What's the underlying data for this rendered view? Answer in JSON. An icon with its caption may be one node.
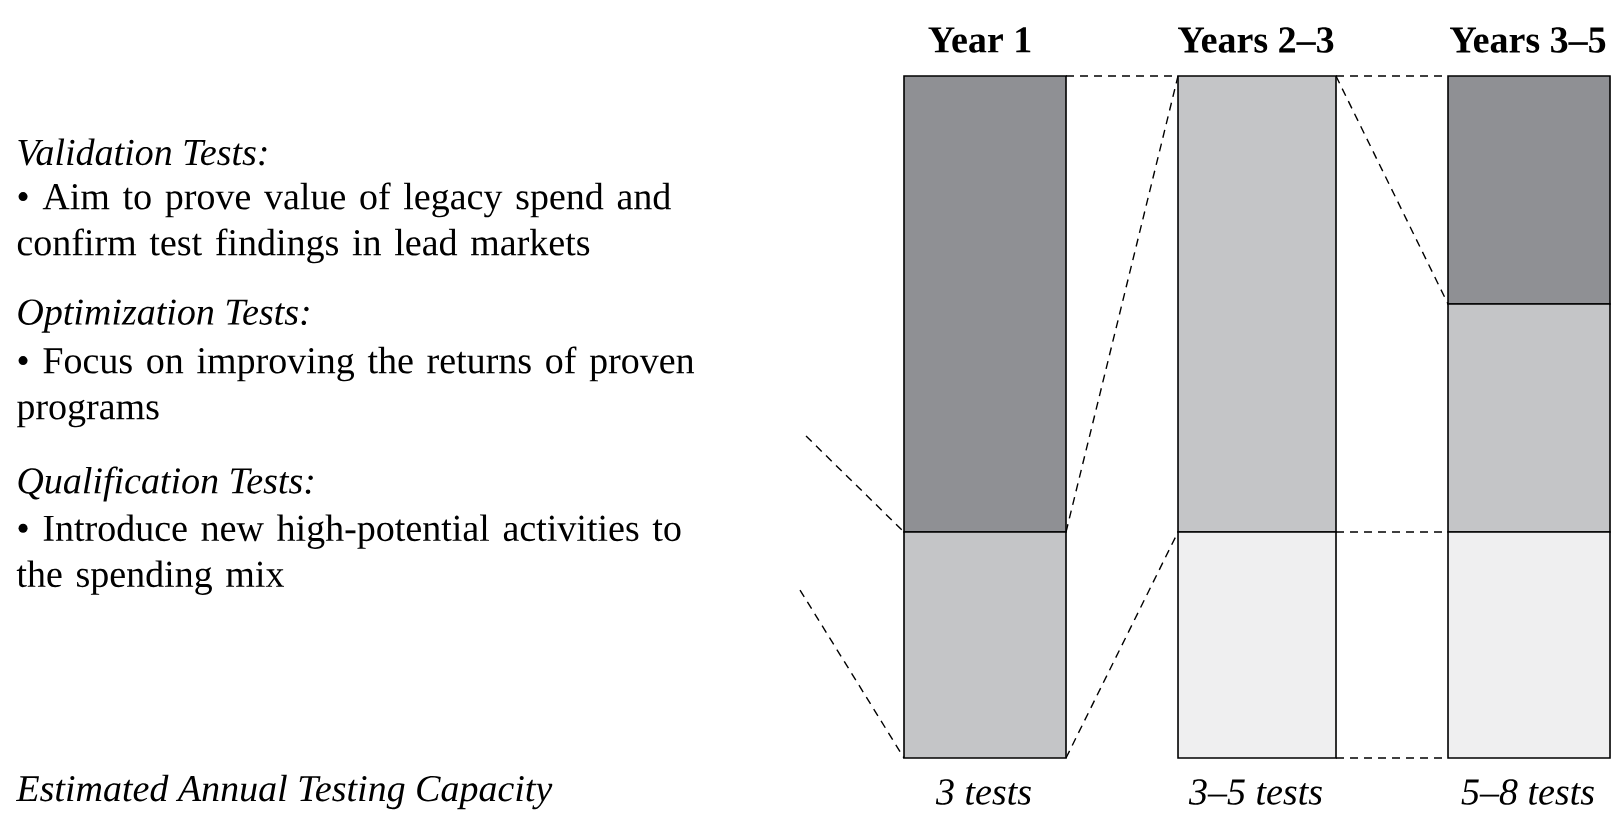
{
  "diagram": {
    "labels": [
      "Year 1",
      "Years 2–3",
      "Years 3–5",
      "Validation Tests:",
      "• Aim to prove value of legacy spend and confirm test findings in lead markets",
      "Optimization Tests:",
      "• Focus on improving the returns of proven programs",
      "Qualification Tests:",
      "• Introduce new high-potential activities to the spending mix",
      "Estimated Annual Testing Capacity",
      "3 tests",
      "3–5 tests",
      "5–8 tests"
    ]
  }
}
